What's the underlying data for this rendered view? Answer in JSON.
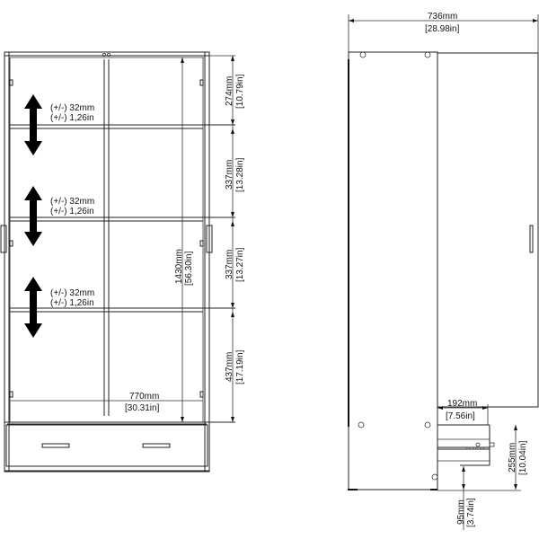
{
  "front_view": {
    "shelf_adjust_labels": [
      {
        "mm": "(+/-) 32mm",
        "in": "(+/-) 1,26in"
      },
      {
        "mm": "(+/-) 32mm",
        "in": "(+/-) 1,26in"
      },
      {
        "mm": "(+/-) 32mm",
        "in": "(+/-) 1,26in"
      }
    ],
    "compartment_heights": [
      {
        "mm": "274mm",
        "in": "10.79in"
      },
      {
        "mm": "337mm",
        "in": "13.28in"
      },
      {
        "mm": "337mm",
        "in": "13.27in"
      },
      {
        "mm": "437mm",
        "in": "17.19in"
      }
    ],
    "inner_height": {
      "mm": "1430mm",
      "in": "56.30in"
    },
    "inner_width": {
      "mm": "770mm",
      "in": "30.31in"
    }
  },
  "side_view": {
    "depth": {
      "mm": "736mm",
      "in": "28.98in"
    },
    "drawer_extension": {
      "mm": "192mm",
      "in": "7.56in"
    },
    "drawer_height": {
      "mm": "255mm",
      "in": "10.04in"
    },
    "plinth_height": {
      "mm": "95mm",
      "in": "3.74in"
    }
  }
}
